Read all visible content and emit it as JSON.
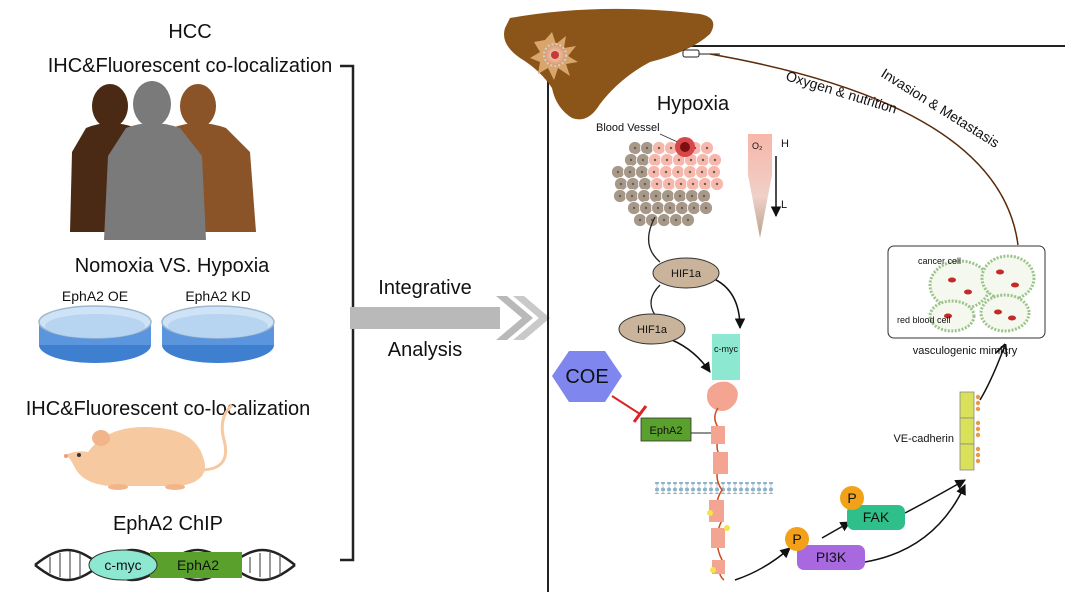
{
  "left": {
    "hcc_title": "HCC",
    "hcc_subtitle": "IHC&Fluorescent co-localization",
    "condition_title": "Nomoxia VS. Hypoxia",
    "dish_oe_label": "EphA2 OE",
    "dish_kd_label": "EphA2 KD",
    "mouse_title": "IHC&Fluorescent co-localization",
    "chip_title": "EphA2 ChIP",
    "dna_cmyc_label": "c-myc",
    "dna_epha2_label": "EphA2"
  },
  "middle": {
    "integrative_label": "Integrative",
    "analysis_label": "Analysis"
  },
  "right": {
    "hypoxia_title": "Hypoxia",
    "blood_vessel_label": "Blood Vessel",
    "o2_label": "O₂",
    "gradient_high_label": "H",
    "gradient_low_label": "L",
    "hif1a_top_label": "HIF1a",
    "hif1a_left_label": "HIF1a",
    "cmyc_label": "c-myc",
    "coe_label": "COE",
    "epha2_label": "EphA2",
    "p_fak_label": "P",
    "fak_label": "FAK",
    "p_pi3k_label": "P",
    "pi3k_label": "PI3K",
    "ve_cadherin_label": "VE-cadherin",
    "cancer_cell_label": "cancer cell",
    "red_blood_cell_label": "red blood cell",
    "vasculogenic_label": "vasculogenic mimicry",
    "oxygen_nutrition_label": "Oxygen & nutrition",
    "invasion_label": "Invasion & Metastasis"
  },
  "colors": {
    "liver": "#8b5418",
    "person_dark": "#4a2a14",
    "person_gray": "#7a7a7a",
    "person_brown": "#8a5328",
    "dish_water": "#5b95dd",
    "arrow_gray": "#b9b9b9",
    "hif1a": "#c9b39b",
    "cmyc": "#8de8d2",
    "coe": "#7f86ee",
    "epha2": "#5aa02c",
    "fak": "#2fbf8a",
    "pi3k": "#a768e0",
    "phospho": "#f2a119",
    "cadherin": "#d9e05a",
    "mouse": "#f7c9a0",
    "receptor": "#f4a592"
  }
}
